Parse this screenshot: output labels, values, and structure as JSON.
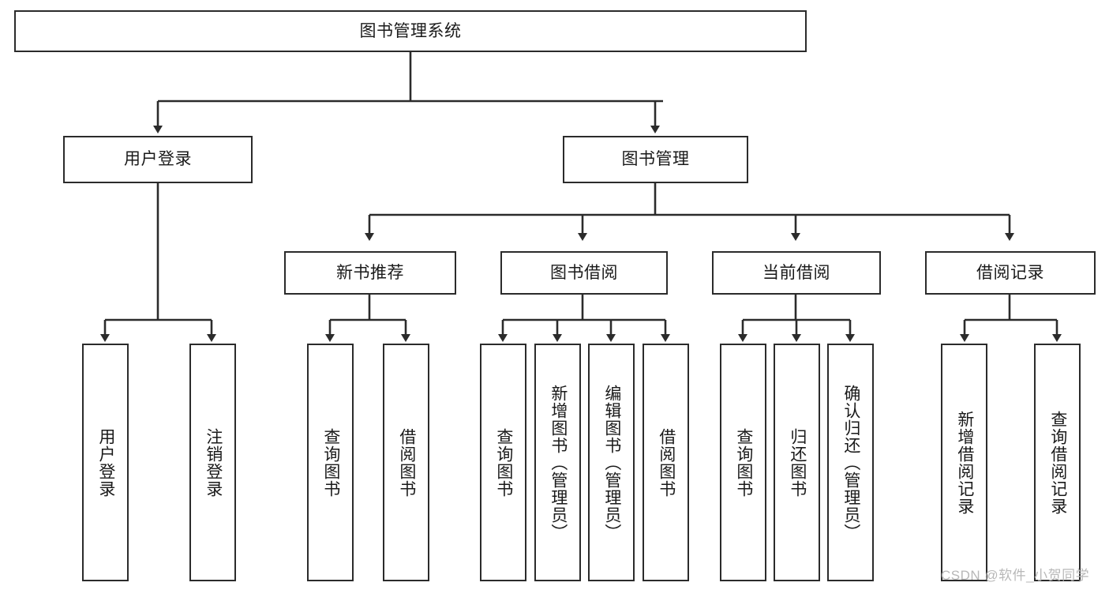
{
  "diagram": {
    "title": "图书管理系统",
    "type": "tree",
    "root": {
      "id": "root",
      "label": "图书管理系统",
      "orientation": "horizontal"
    },
    "level1": [
      {
        "id": "user-login",
        "label": "用户登录",
        "orientation": "horizontal"
      },
      {
        "id": "book-manage",
        "label": "图书管理",
        "orientation": "horizontal"
      }
    ],
    "level2": [
      {
        "id": "new-book-recommend",
        "label": "新书推荐",
        "orientation": "horizontal",
        "parent": "book-manage"
      },
      {
        "id": "book-borrow",
        "label": "图书借阅",
        "orientation": "horizontal",
        "parent": "book-manage"
      },
      {
        "id": "current-borrow",
        "label": "当前借阅",
        "orientation": "horizontal",
        "parent": "book-manage"
      },
      {
        "id": "borrow-record",
        "label": "借阅记录",
        "orientation": "horizontal",
        "parent": "book-manage"
      }
    ],
    "leaves": [
      {
        "id": "leaf-user-login",
        "label": "用户登录",
        "parent": "user-login"
      },
      {
        "id": "leaf-logout-login",
        "label": "注销登录",
        "parent": "user-login"
      },
      {
        "id": "leaf-query-book-1",
        "label": "查询图书",
        "parent": "new-book-recommend"
      },
      {
        "id": "leaf-borrow-book-1",
        "label": "借阅图书",
        "parent": "new-book-recommend"
      },
      {
        "id": "leaf-query-book-2",
        "label": "查询图书",
        "parent": "book-borrow"
      },
      {
        "id": "leaf-add-book",
        "label": "新增图书（管理员）",
        "parent": "book-borrow"
      },
      {
        "id": "leaf-edit-book",
        "label": "编辑图书（管理员）",
        "parent": "book-borrow"
      },
      {
        "id": "leaf-borrow-book-2",
        "label": "借阅图书",
        "parent": "book-borrow"
      },
      {
        "id": "leaf-query-book-3",
        "label": "查询图书",
        "parent": "current-borrow"
      },
      {
        "id": "leaf-return-book",
        "label": "归还图书",
        "parent": "current-borrow"
      },
      {
        "id": "leaf-confirm-return",
        "label": "确认归还（管理员）",
        "parent": "current-borrow"
      },
      {
        "id": "leaf-add-record",
        "label": "新增借阅记录",
        "parent": "borrow-record"
      },
      {
        "id": "leaf-query-record",
        "label": "查询借阅记录",
        "parent": "borrow-record"
      }
    ]
  },
  "watermark": {
    "text": "CSDN @软件_小贺同学"
  },
  "colors": {
    "stroke": "#2b2b2b",
    "background": "#ffffff",
    "text": "#1a1a1a",
    "watermark": "#b8b8b8"
  }
}
